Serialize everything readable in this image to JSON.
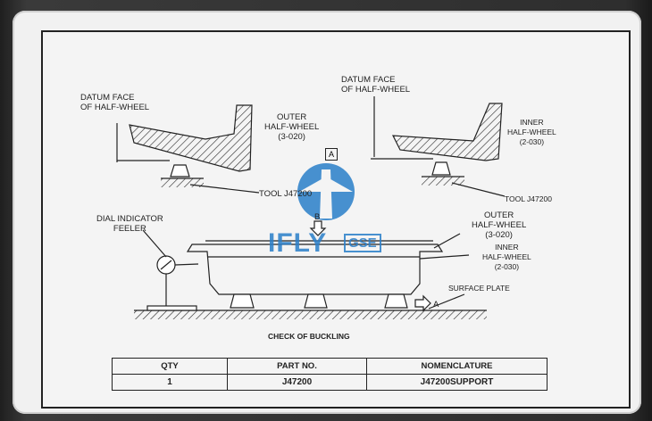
{
  "labels": {
    "datum_left": "DATUM FACE\nOF HALF-WHEEL",
    "datum_right": "DATUM FACE\nOF HALF-WHEEL",
    "outer_top": "OUTER\nHALF-WHEEL\n(3-020)",
    "inner_top": "INNER\nHALF-WHEEL\n(2-030)",
    "tool_left": "TOOL J47200",
    "tool_right": "TOOL J47200",
    "box_a": "A",
    "box_b": "B",
    "dial": "DIAL INDICATOR\nFEELER",
    "outer_bottom": "OUTER\nHALF-WHEEL\n(3-020)",
    "inner_bottom": "INNER\nHALF-WHEEL\n(2-030)",
    "surface_plate": "SURFACE PLATE",
    "arrow_a": "A",
    "caption": "CHECK OF BUCKLING"
  },
  "watermark": {
    "text": "IFLY",
    "suffix": "GSE"
  },
  "table": {
    "headers": [
      "QTY",
      "PART NO.",
      "NOMENCLATURE"
    ],
    "rows": [
      [
        "1",
        "J47200",
        "J47200SUPPORT"
      ]
    ]
  }
}
